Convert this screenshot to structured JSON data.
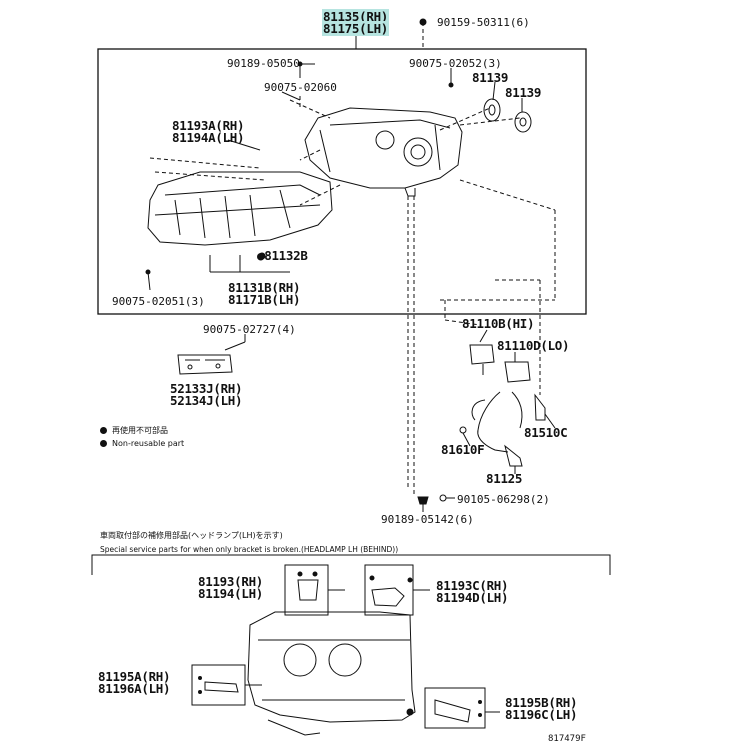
{
  "top_part": {
    "line1": "81135(RH)",
    "line2": "81175(LH)"
  },
  "labels": {
    "p90159": "90159-50311(6)",
    "p90189a": "90189-05050",
    "p90075b": "90075-02052(3)",
    "p81139a": "81139",
    "p90075c": "90075-02060",
    "p81139b": "81139",
    "p81193A_1": "81193A(RH)",
    "p81193A_2": "81194A(LH)",
    "p81132B": "●81132B",
    "p81131B_1": "81131B(RH)",
    "p81131B_2": "81171B(LH)",
    "p90075a": "90075-02051(3)",
    "p90075d": "90075-02727(4)",
    "p52133_1": "52133J(RH)",
    "p52133_2": "52134J(LH)",
    "p81110B": "81110B(HI)",
    "p81110D": "81110D(LO)",
    "p81510C": "81510C",
    "p81610F": "81610F",
    "p81125": "81125",
    "p90105": "90105-06298(2)",
    "p90189b": "90189-05142(6)",
    "p81193_1": "81193(RH)",
    "p81193_2": "81194(LH)",
    "p81193C_1": "81193C(RH)",
    "p81193C_2": "81194D(LH)",
    "p81195A_1": "81195A(RH)",
    "p81195A_2": "81196A(LH)",
    "p81195B_1": "81195B(RH)",
    "p81195B_2": "81196C(LH)"
  },
  "legend": {
    "jp": "再使用不可部品",
    "en": "Non-reusable part"
  },
  "section": {
    "jp": "車両取付部の補修用部品(ヘッドランプ(LH)を示す)",
    "en": "Special service parts for when only bracket is broken.(HEADLAMP LH (BEHIND))"
  },
  "illustration_id": "817479F"
}
